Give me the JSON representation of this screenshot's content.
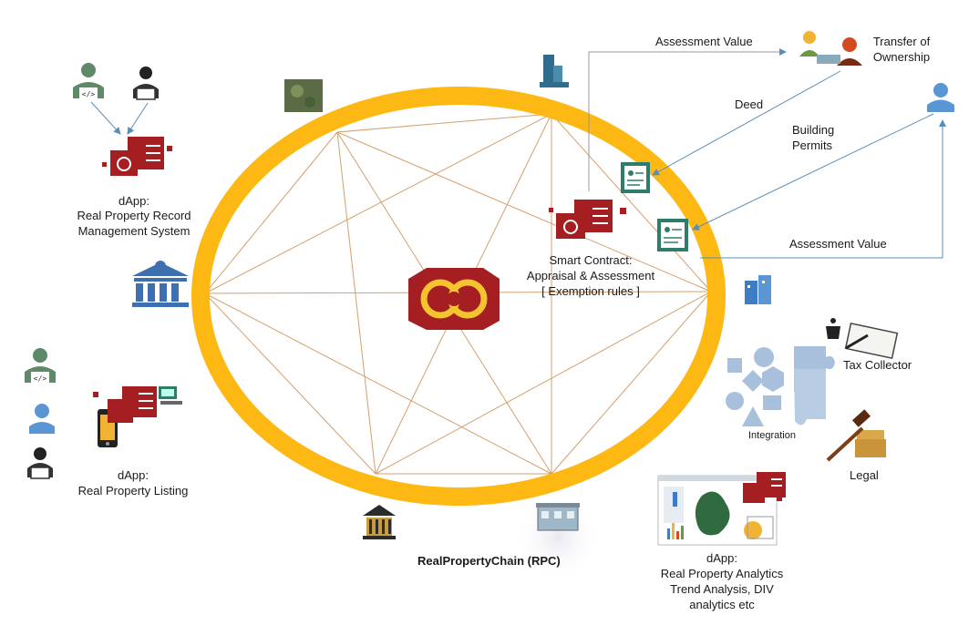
{
  "dapps": {
    "record": {
      "title": "dApp:",
      "line1": "Real Property Record",
      "line2": "Management System"
    },
    "listing": {
      "title": "dApp:",
      "line1": "Real Property Listing"
    },
    "analytics": {
      "title": "dApp:",
      "line1": "Real Property Analytics",
      "line2": "Trend Analysis, DIV",
      "line3": "analytics etc"
    }
  },
  "smart_contract": {
    "line1": "Smart Contract:",
    "line2": "Appraisal & Assessment",
    "line3": "[ Exemption rules ]"
  },
  "flows": {
    "assessment_value_top": "Assessment Value",
    "transfer_line1": "Transfer of",
    "transfer_line2": "Ownership",
    "deed": "Deed",
    "building_line1": "Building",
    "building_line2": "Permits",
    "assessment_value_right": "Assessment Value"
  },
  "nodes": {
    "tax_collector": "Tax Collector",
    "integration": "Integration",
    "legal": "Legal"
  },
  "chain_title": "RealPropertyChain (RPC)",
  "colors": {
    "ring": "#FDB813",
    "mesh": "#D4A070",
    "logo": "#A41E22",
    "arrow": "#5B8DB8",
    "icon_blue": "#4A78B8",
    "icon_green": "#2E7D6B"
  }
}
